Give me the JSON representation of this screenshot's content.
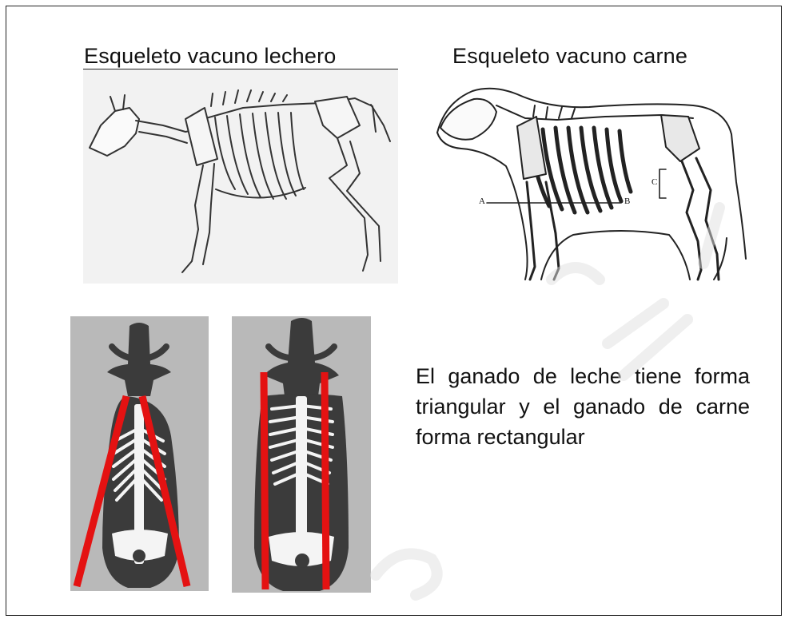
{
  "titles": {
    "dairy": "Esqueleto vacuno lechero",
    "beef": "Esqueleto vacuno carne"
  },
  "beef_skeleton_labels": {
    "a": "A",
    "b": "B",
    "c": "C"
  },
  "caption": "El ganado de leche tiene forma triangular y el ganado de carne forma rectangular",
  "colors": {
    "guide_line": "#e41212",
    "photo_background": "#b9b9b9",
    "body_silhouette": "#3b3b3b",
    "bone": "#f4f4f4"
  }
}
